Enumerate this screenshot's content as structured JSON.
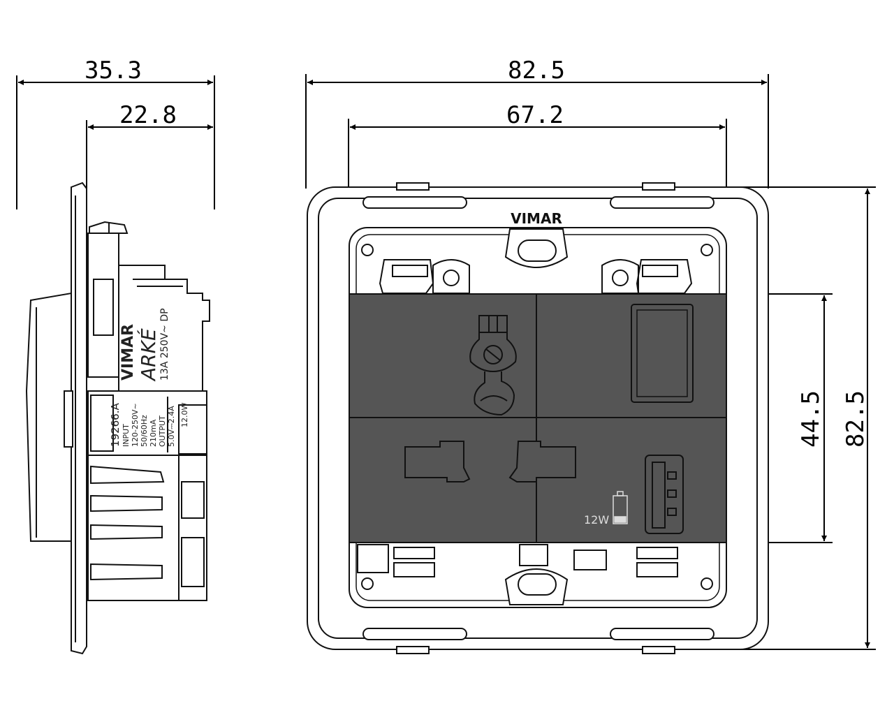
{
  "dimensions": {
    "side_total_depth": "35.3",
    "side_body_depth": "22.8",
    "front_plate_width": "82.5",
    "front_module_width": "67.2",
    "module_height": "44.5",
    "plate_height": "82.5"
  },
  "labels": {
    "brand_front": "VIMAR",
    "usb_power": "12W",
    "brand_side": "VIMAR",
    "series_side": "ARKÉ",
    "rating_side": "13A 250V~ DP",
    "model_code": "19266.A",
    "input_label": "INPUT",
    "input_voltage": "120-250V~",
    "input_freq": "50/60Hz",
    "input_current": "210mA",
    "output_label": "OUTPUT",
    "output_spec": "5.0V⎓2.4A",
    "output_power": "12.0W"
  },
  "colors": {
    "module_fill": "#555555",
    "line": "#111111",
    "plate_fill": "#ffffff"
  }
}
